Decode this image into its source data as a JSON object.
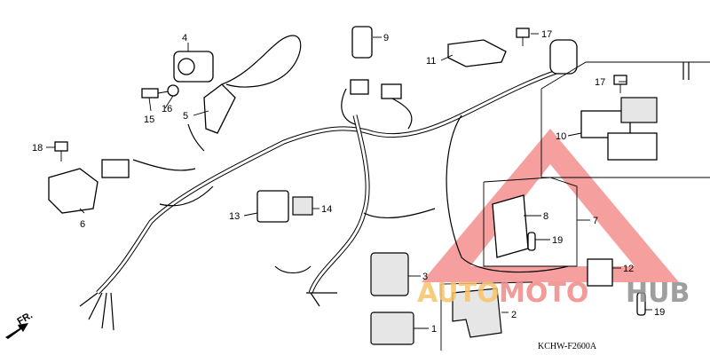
{
  "diagram": {
    "part_labels": [
      "1",
      "2",
      "3",
      "4",
      "5",
      "6",
      "7",
      "8",
      "9",
      "10",
      "11",
      "12",
      "13",
      "14",
      "15",
      "16",
      "17",
      "17",
      "18",
      "19",
      "19"
    ],
    "direction_label": "FR.",
    "drawing_code": "KCHW-F2600A"
  },
  "watermark": {
    "text_part1": "AUTO",
    "text_part2": "MOTO",
    "text_part3": "HUB",
    "colors": {
      "auto": "#f7c46a",
      "moto": "#f08a8a",
      "hub": "#8f8f8f",
      "triangle": "#f06a6a"
    }
  }
}
